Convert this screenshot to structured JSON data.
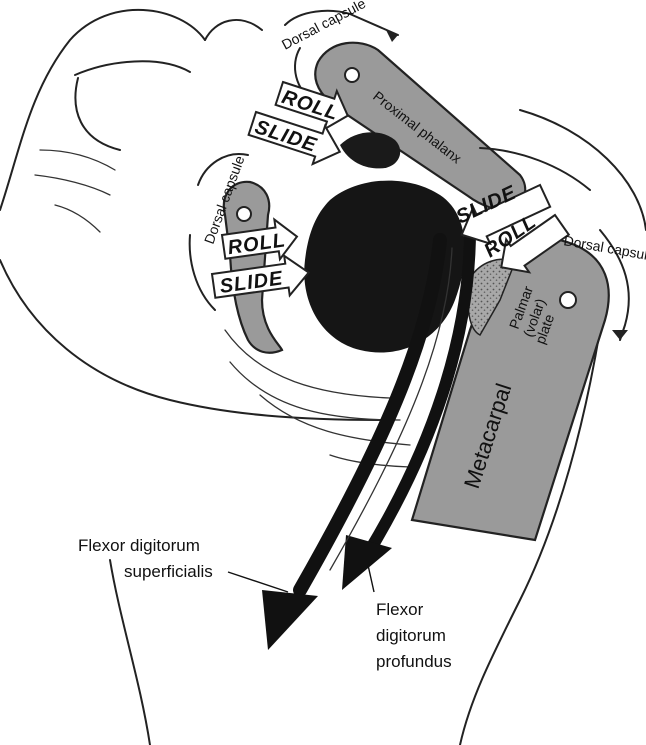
{
  "labels": {
    "fds": [
      "Flexor digitorum",
      "superficialis"
    ],
    "fdp": [
      "Flexor",
      "digitorum",
      "profundus"
    ],
    "dorsal_capsule_top": "Dorsal capsule",
    "dorsal_capsule_left": "Dorsal capsule",
    "dorsal_capsule_right": "Dorsal capsule",
    "proximal_phalanx": "Proximal phalanx",
    "metacarpal": "Metacarpal",
    "palmar_plate": [
      "Palmar",
      "(volar)",
      "plate"
    ]
  },
  "motion_arrows": {
    "roll": "ROLL",
    "slide": "SLIDE"
  },
  "colors": {
    "bone": "#9a9a9a",
    "tendon": "#111111",
    "outline": "#222222"
  }
}
